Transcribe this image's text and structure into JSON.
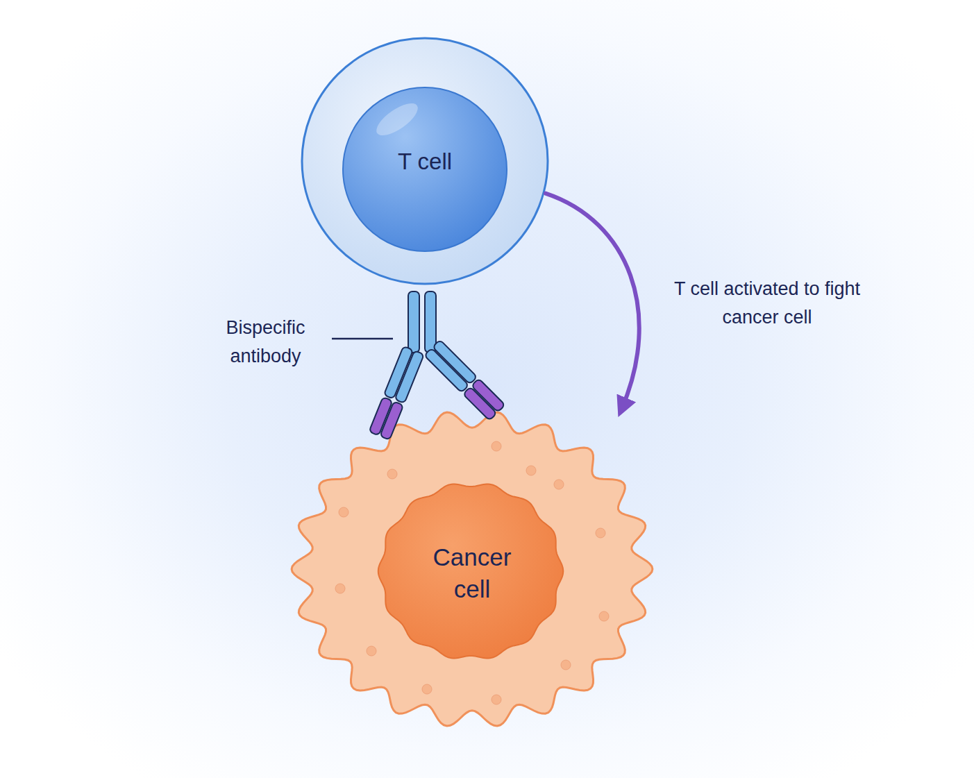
{
  "diagram": {
    "nodes": [
      {
        "text": [
          "T cell"
        ]
      },
      {
        "text": [
          "Cancer cell"
        ]
      }
    ],
    "edges": [
      {
        "from": 0,
        "to": 1,
        "arrow": "to",
        "label": "T cell activated to fight cancer cell"
      }
    ],
    "labels": [
      "Bispecific antibody"
    ]
  }
}
